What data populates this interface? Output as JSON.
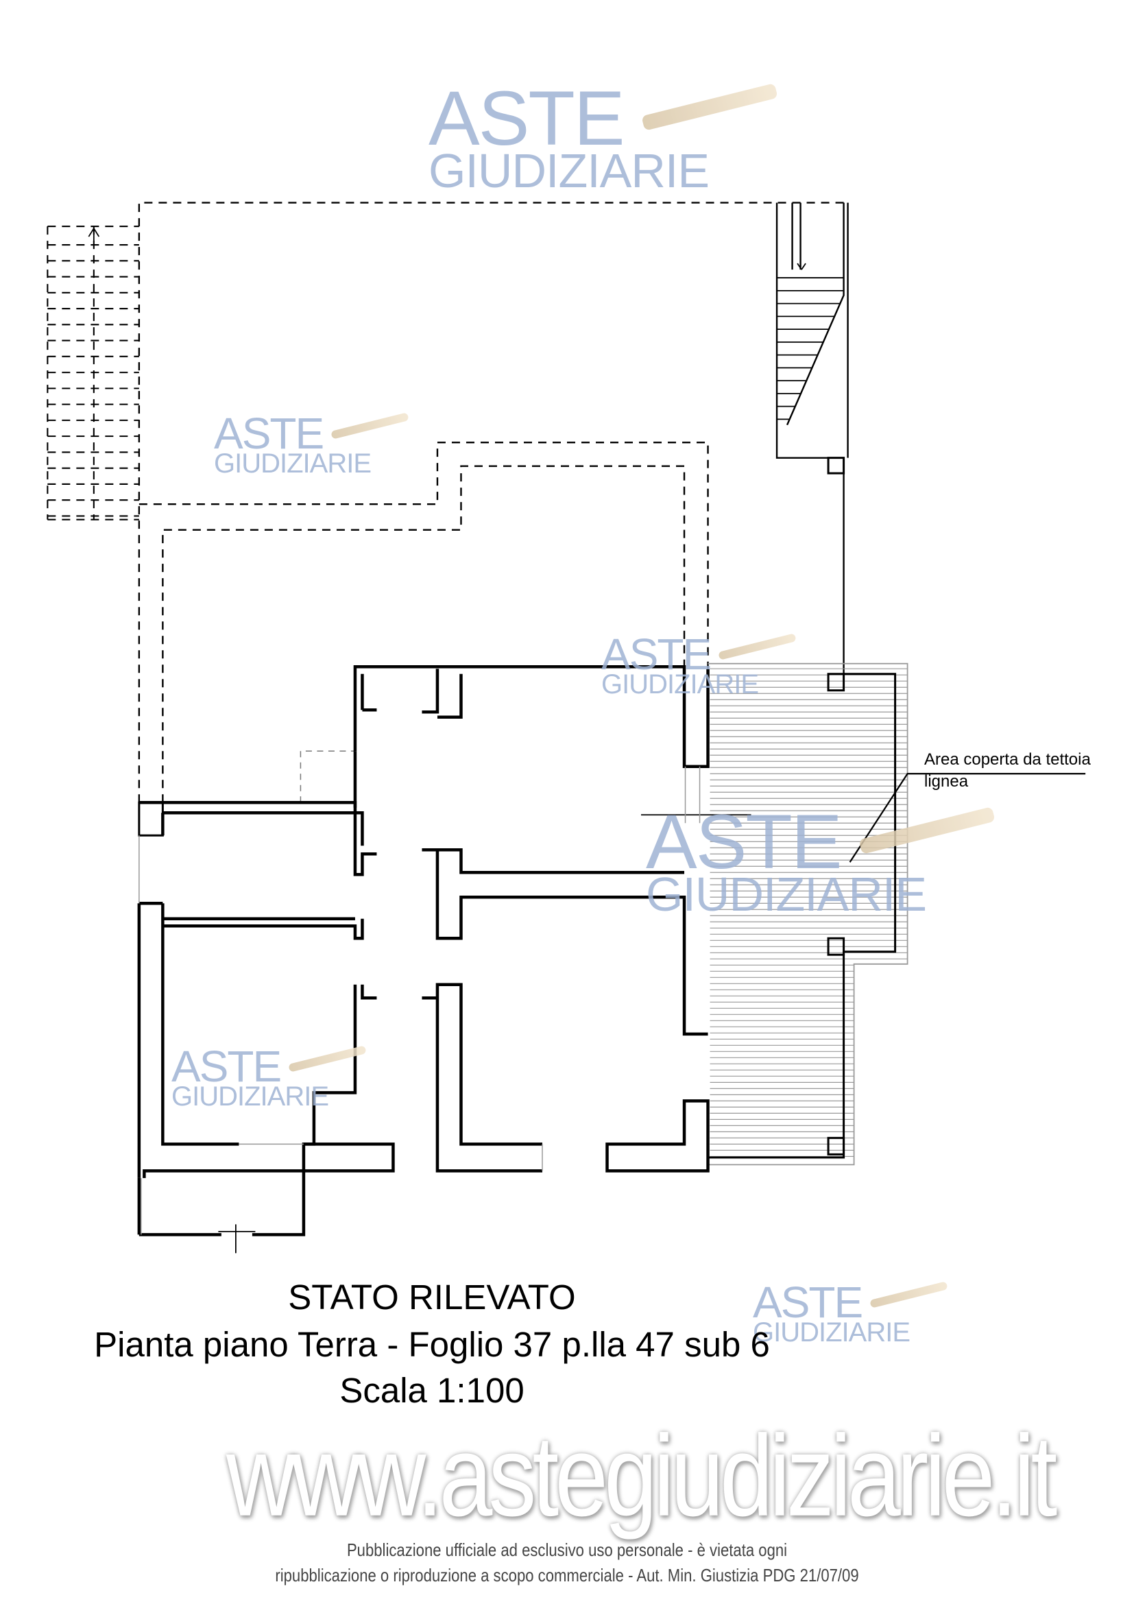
{
  "watermark_logo": {
    "line1": "ASTE",
    "line2": "GIUDIZIARIE"
  },
  "annotation": {
    "line1": "Area coperta da tettoia",
    "line2": "lignea"
  },
  "title": {
    "heading": "STATO RILEVATO",
    "subtitle": "Pianta piano Terra - Foglio 37 p.lla 47 sub 6",
    "scale": "Scala 1:100"
  },
  "website_watermark": "www.astegiudiziarie.it",
  "footer": {
    "line1": "Pubblicazione ufficiale ad esclusivo uso personale - è vietata ogni",
    "line2": "ripubblicazione o riproduzione a scopo commerciale - Aut. Min. Giustizia PDG 21/07/09"
  },
  "colors": {
    "watermark": "#9fb3d4",
    "walls": "#000000",
    "hatch": "#999999"
  }
}
